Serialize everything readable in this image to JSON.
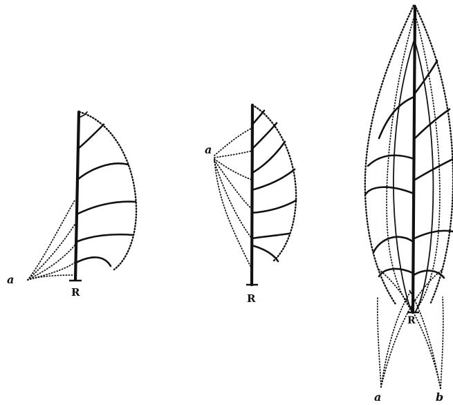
{
  "figures": [
    {
      "name": "left-leaf",
      "root_label": "R",
      "origin_label": "a"
    },
    {
      "name": "middle-leaf",
      "root_label": "R",
      "origin_label": "a"
    },
    {
      "name": "right-leaf",
      "root_label": "R",
      "origin_labels": [
        "a",
        "b"
      ]
    }
  ]
}
